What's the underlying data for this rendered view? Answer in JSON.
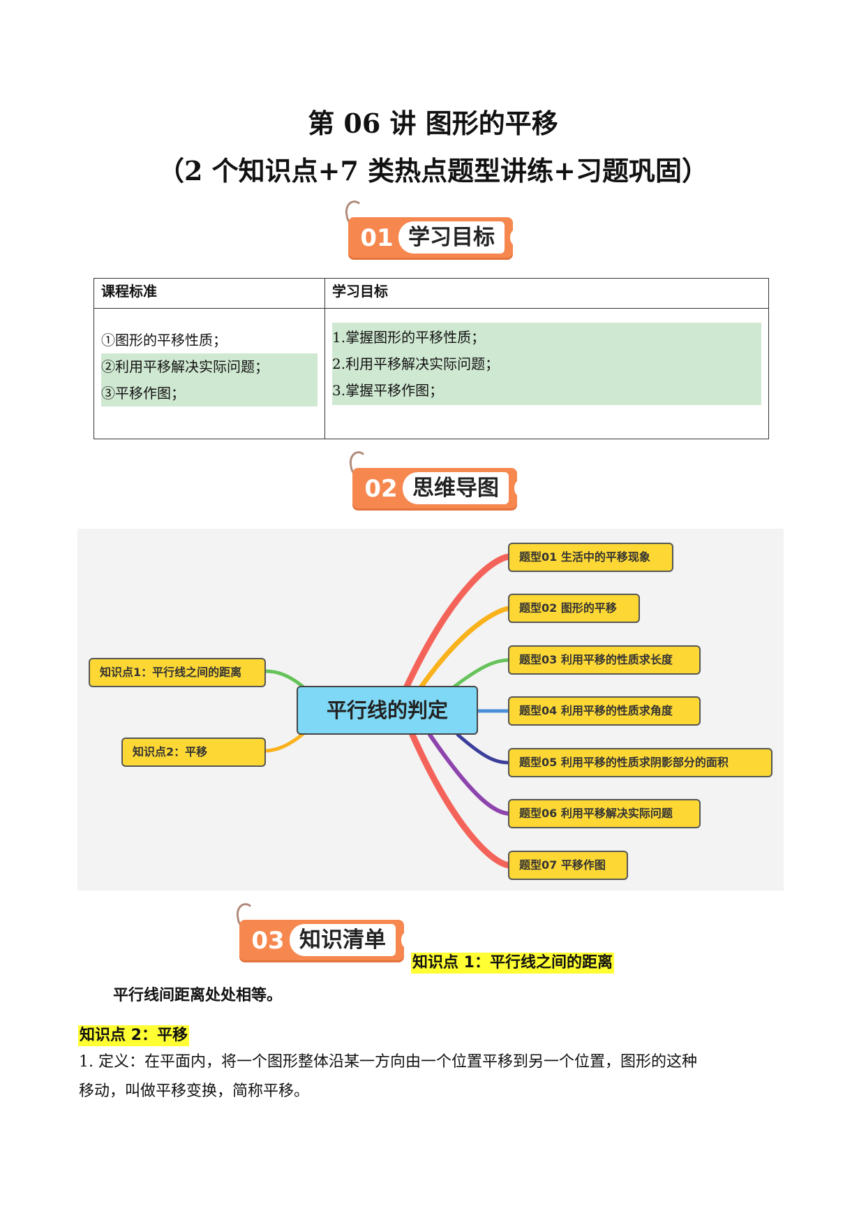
{
  "header": {
    "title": "第 06 讲  图形的平移",
    "subtitle": "（2 个知识点+7 类热点题型讲练+习题巩固）"
  },
  "sections": {
    "s1": {
      "num": "01",
      "label": "学习目标"
    },
    "s2": {
      "num": "02",
      "label": "思维导图"
    },
    "s3": {
      "num": "03",
      "label": "知识清单"
    }
  },
  "goals_table": {
    "col1_header": "课程标准",
    "col2_header": "学习目标",
    "standards": [
      "①图形的平移性质；",
      "②利用平移解决实际问题；",
      "③平移作图；"
    ],
    "objectives": [
      "1.掌握图形的平移性质；",
      "2.利用平移解决实际问题；",
      "3.掌握平移作图；"
    ]
  },
  "mindmap": {
    "center": "平行线的判定",
    "left_nodes": [
      "知识点1：平行线之间的距离",
      "知识点2：平移"
    ],
    "right_nodes": [
      "题型01  生活中的平移现象",
      "题型02  图形的平移",
      "题型03  利用平移的性质求长度",
      "题型04  利用平移的性质求角度",
      "题型05  利用平移的性质求阴影部分的面积",
      "题型06  利用平移解决实际问题",
      "题型07  平移作图"
    ],
    "colors": {
      "node_fill": "#fdd835",
      "center_fill": "#7fd8f5",
      "branch_red": "#f4635a",
      "branch_orange": "#f9b21c",
      "branch_green": "#66c35a",
      "branch_blue": "#4a90d9",
      "branch_navy": "#3b3f9a",
      "branch_purple": "#8e44ad"
    }
  },
  "knowledge": {
    "kp1_heading": "知识点 1：平行线之间的距离",
    "kp1_text": "平行线间距离处处相等。",
    "kp2_heading": "知识点 2：平移",
    "kp2_text_line1": "1. 定义：在平面内，将一个图形整体沿某一方向由一个位置平移到另一个位置，图形的这种",
    "kp2_text_line2": "移动，叫做平移变换，简称平移。"
  }
}
